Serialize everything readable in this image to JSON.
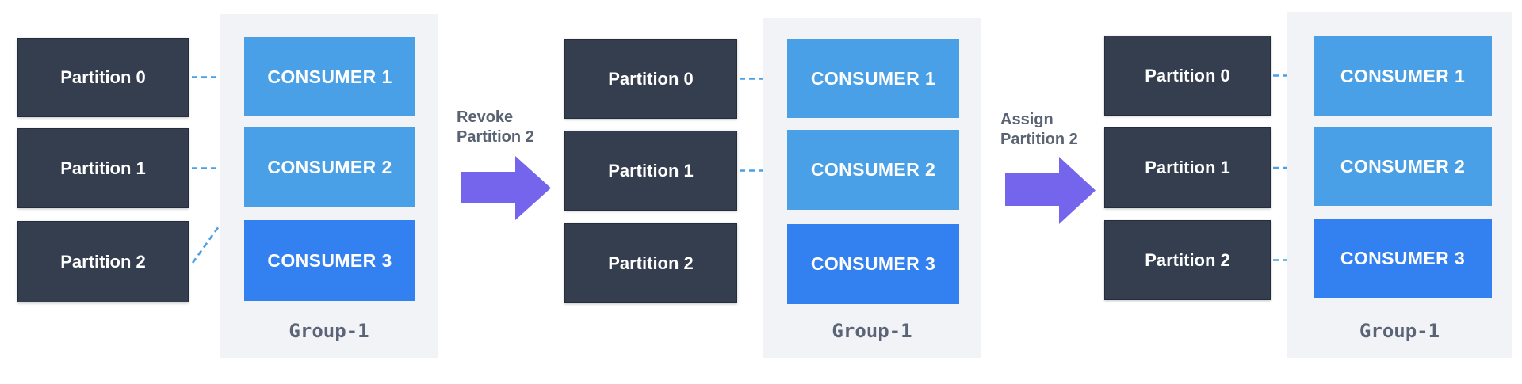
{
  "colors": {
    "partition_box": "#353E4F",
    "consumer_light": "#49A0E6",
    "consumer_bright": "#3380F0",
    "group_bg": "#F1F3F7",
    "purple_arrow": "#7565EC",
    "dashed_arrow": "#49A0E6",
    "transition_text": "#5A6372",
    "group_text": "#5B6477",
    "box_text": "#FFFFFF"
  },
  "panels": [
    {
      "partitions": [
        "Partition 0",
        "Partition 1",
        "Partition 2"
      ],
      "consumers": [
        {
          "label": "CONSUMER 1",
          "color_variant": "light"
        },
        {
          "label": "CONSUMER 2",
          "color_variant": "light"
        },
        {
          "label": "CONSUMER 3",
          "color_variant": "bright"
        }
      ],
      "group_label": "Group-1",
      "assignments": [
        [
          "Partition 0",
          "CONSUMER 1"
        ],
        [
          "Partition 1",
          "CONSUMER 2"
        ],
        [
          "Partition 2",
          "CONSUMER 2"
        ]
      ]
    },
    {
      "partitions": [
        "Partition 0",
        "Partition 1",
        "Partition 2"
      ],
      "consumers": [
        {
          "label": "CONSUMER 1",
          "color_variant": "light"
        },
        {
          "label": "CONSUMER 2",
          "color_variant": "light"
        },
        {
          "label": "CONSUMER 3",
          "color_variant": "bright"
        }
      ],
      "group_label": "Group-1",
      "assignments": [
        [
          "Partition 0",
          "CONSUMER 1"
        ],
        [
          "Partition 1",
          "CONSUMER 2"
        ]
      ]
    },
    {
      "partitions": [
        "Partition 0",
        "Partition 1",
        "Partition 2"
      ],
      "consumers": [
        {
          "label": "CONSUMER 1",
          "color_variant": "light"
        },
        {
          "label": "CONSUMER 2",
          "color_variant": "light"
        },
        {
          "label": "CONSUMER 3",
          "color_variant": "bright"
        }
      ],
      "group_label": "Group-1",
      "assignments": [
        [
          "Partition 0",
          "CONSUMER 1"
        ],
        [
          "Partition 1",
          "CONSUMER 2"
        ],
        [
          "Partition 2",
          "CONSUMER 3"
        ]
      ]
    }
  ],
  "transitions": [
    {
      "label": "Revoke\nPartition 2"
    },
    {
      "label": "Assign\nPartition 2"
    }
  ]
}
